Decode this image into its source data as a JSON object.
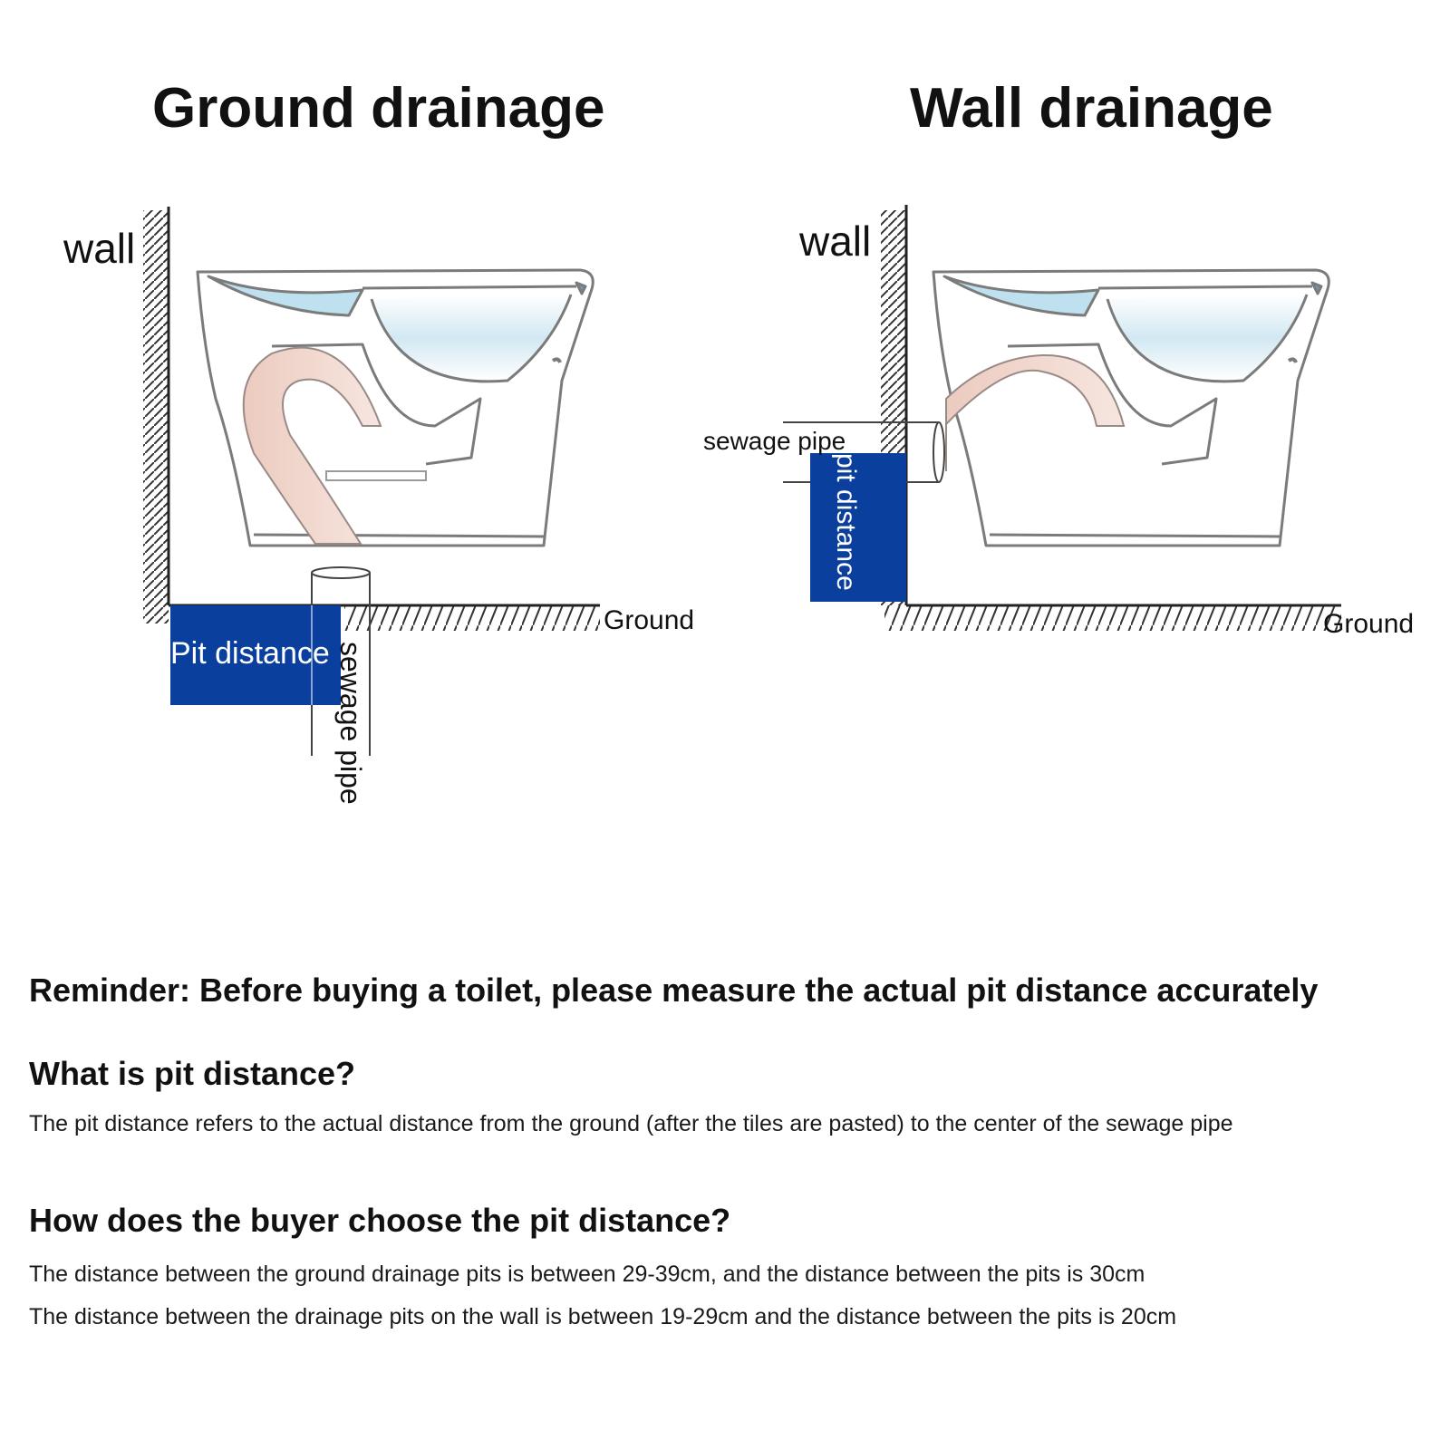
{
  "titles": {
    "ground": "Ground drainage",
    "wall": "Wall drainage"
  },
  "ground_diagram": {
    "wall_label": "wall",
    "ground_label": "Ground",
    "pit_label": "Pit distance",
    "pipe_label": "sewage pipe"
  },
  "wall_diagram": {
    "wall_label": "wall",
    "ground_label": "Ground",
    "pit_label": "pit distance",
    "pipe_label": "sewage pipe"
  },
  "colors": {
    "pit_box": "#0a3f9e",
    "water": "#bfe0ee",
    "trap": "#efd3c9",
    "hatch": "#333333"
  },
  "reminder": "Reminder: Before buying a toilet, please measure the actual pit distance accurately",
  "sections": [
    {
      "question": "What is pit distance?",
      "lines": [
        "The pit distance refers to the actual distance from the ground (after the tiles are pasted) to the center of the sewage pipe"
      ]
    },
    {
      "question": "How does the buyer choose the pit distance?",
      "lines": [
        "The distance between the ground drainage pits is between 29-39cm, and the distance between the pits is 30cm",
        "The distance between the drainage pits on the wall is between 19-29cm and the distance between the pits is 20cm"
      ]
    }
  ]
}
